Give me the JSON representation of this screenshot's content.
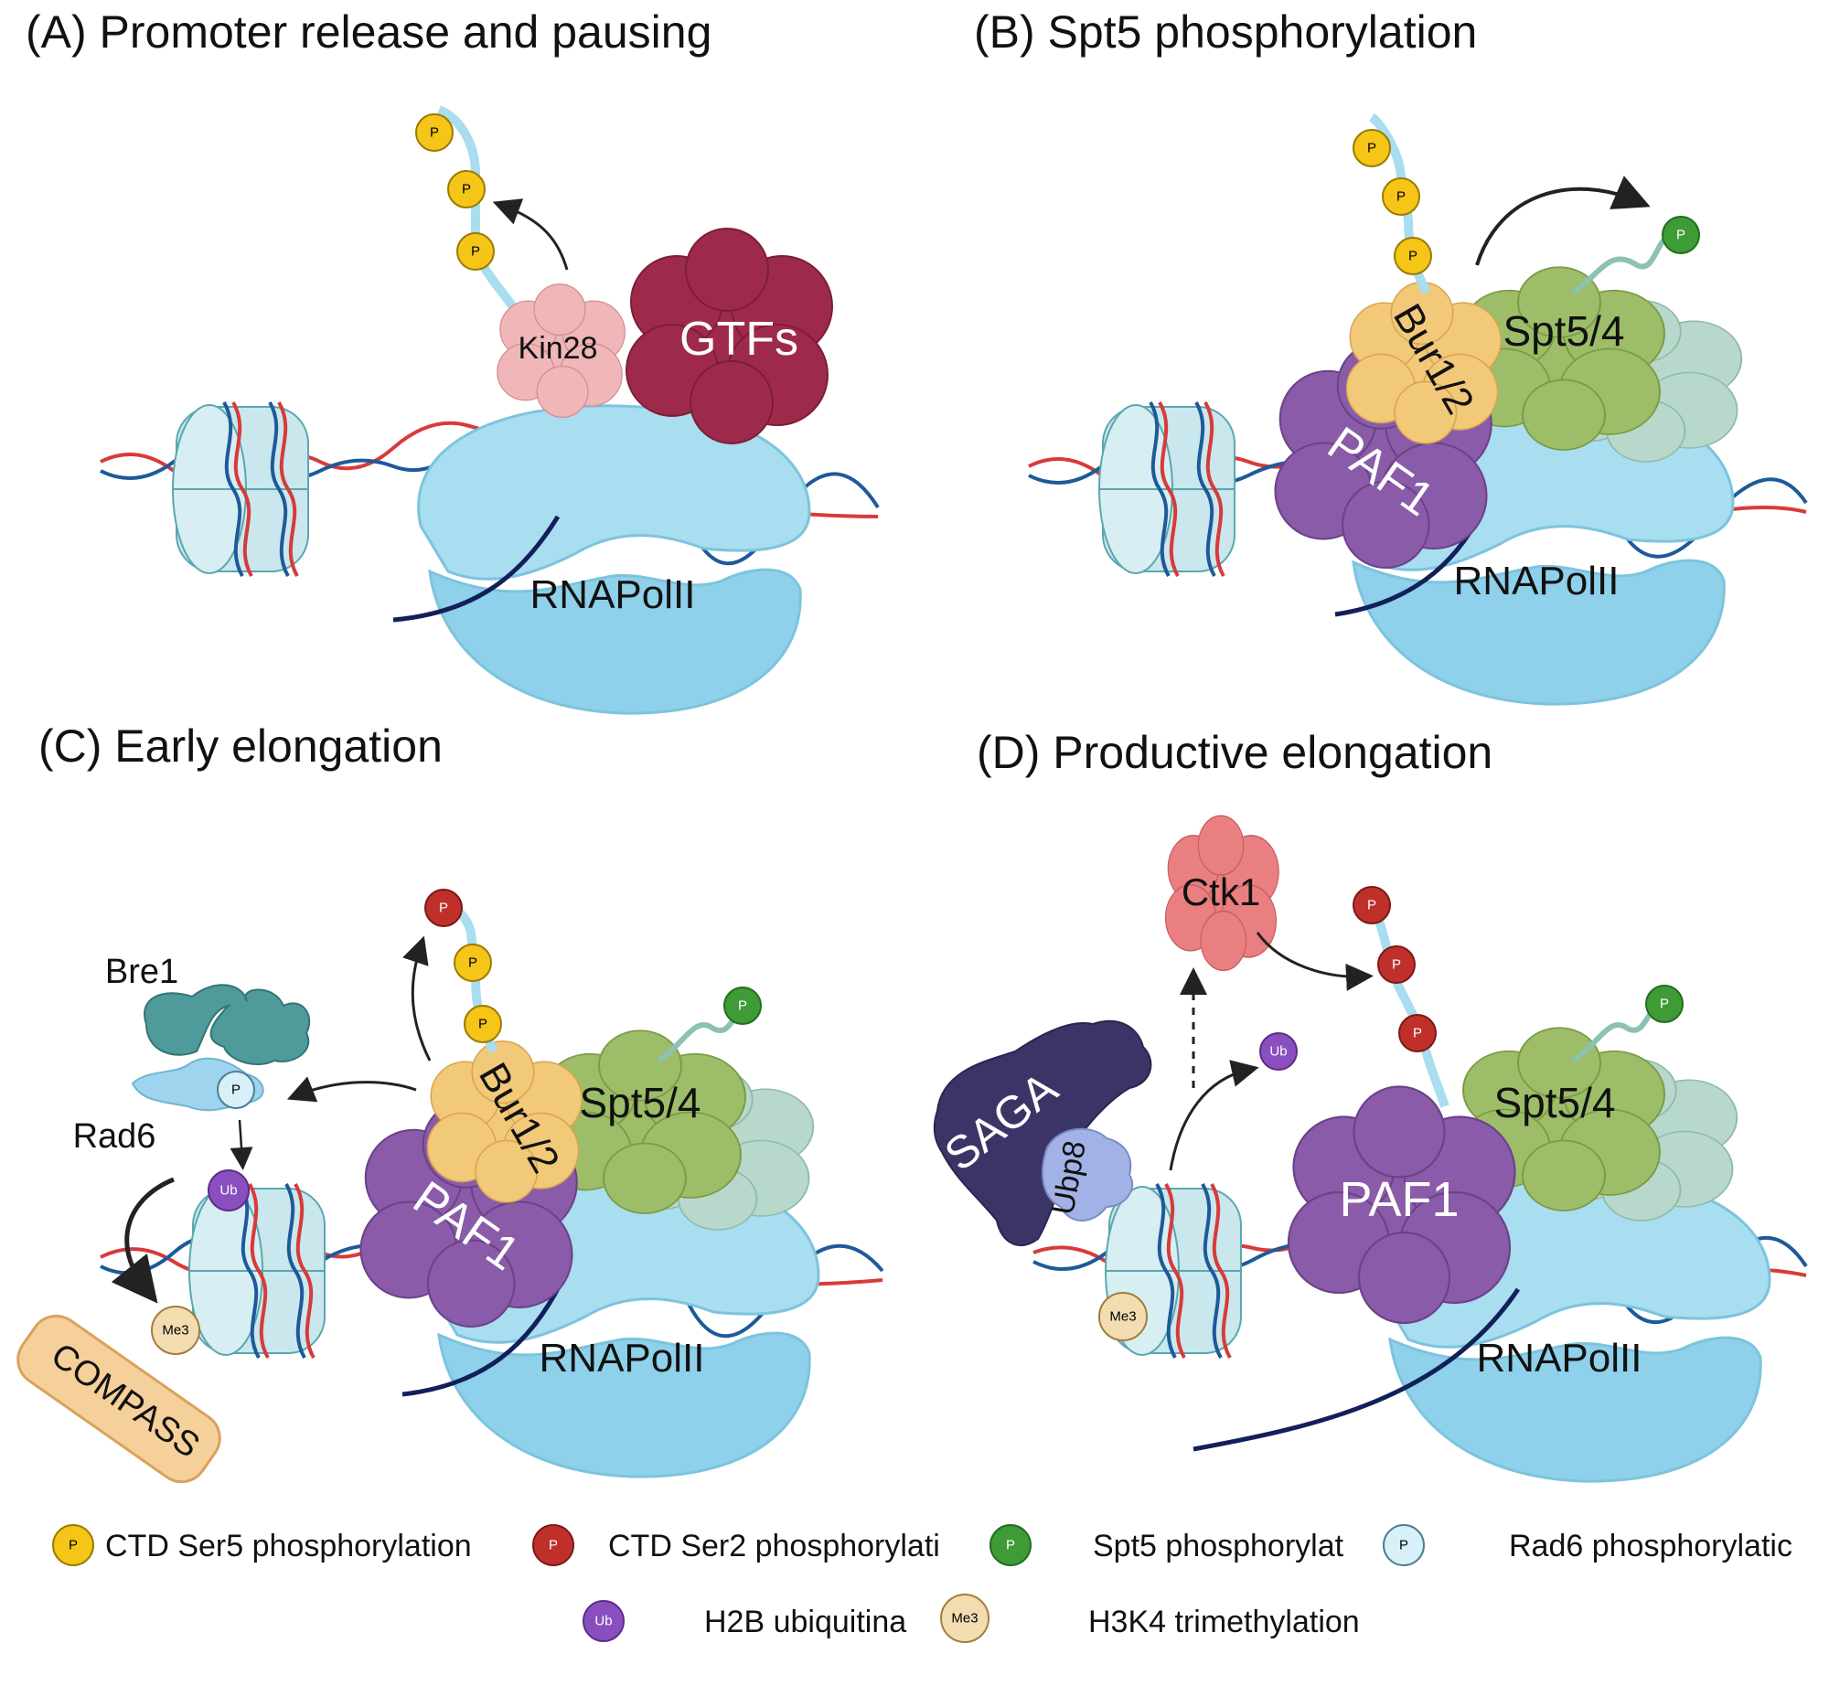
{
  "panels": {
    "a": {
      "title": "(A) Promoter release and pausing",
      "kin28": "Kin28",
      "gtfs": "GTFs",
      "polymerase": "RNAPolII"
    },
    "b": {
      "title": "(B) Spt5 phosphorylation",
      "bur": "Bur1/2",
      "spt": "Spt5/4",
      "paf": "PAF1",
      "polymerase": "RNAPolII"
    },
    "c": {
      "title": "(C) Early elongation",
      "bre1": "Bre1",
      "rad6": "Rad6",
      "compass": "COMPASS",
      "bur": "Bur1/2",
      "spt": "Spt5/4",
      "paf": "PAF1",
      "polymerase": "RNAPolII"
    },
    "d": {
      "title": "(D) Productive elongation",
      "ctk1": "Ctk1",
      "saga": "SAGA",
      "ubp8": "Ubp8",
      "spt": "Spt5/4",
      "paf": "PAF1",
      "polymerase": "RNAPolII"
    }
  },
  "badges": {
    "phospho": "P",
    "ubiquitin": "Ub",
    "methyl": "Me3"
  },
  "legend": [
    {
      "label": "CTD Ser5 phosphorylation",
      "badge": "P",
      "color": "#f5c518"
    },
    {
      "label": "CTD Ser2 phosphorylati",
      "badge": "P",
      "color": "#c0302a"
    },
    {
      "label": "Spt5 phosphorylat",
      "badge": "P",
      "color": "#3e9b35"
    },
    {
      "label": "Rad6 phosphorylatic",
      "badge": "P",
      "color": "#d8f0f8"
    },
    {
      "label": "H2B ubiquitina",
      "badge": "Ub",
      "color": "#8a4fbf"
    },
    {
      "label": "H3K4 trimethylation",
      "badge": "Me3",
      "color": "#f3ddb0"
    }
  ],
  "colors": {
    "polymerase": "#a9ddf0",
    "polymerase_dark": "#8fd0ea",
    "gtfs": "#9e2a4b",
    "kin28": "#f0b6b8",
    "paf1": "#8a5ba8",
    "bur": "#f2c879",
    "spt": "#9dbd68",
    "spt_light": "#b8d8cc",
    "bre1": "#4f9a9a",
    "rad6": "#9fd4ee",
    "compass": "#f6d09a",
    "saga": "#3b3567",
    "ubp8": "#a3b2e6",
    "ctk1": "#e97f80",
    "nucleosome": "#c9e7ec",
    "dna_red": "#d83a3a",
    "dna_blue": "#1e5a9a"
  }
}
